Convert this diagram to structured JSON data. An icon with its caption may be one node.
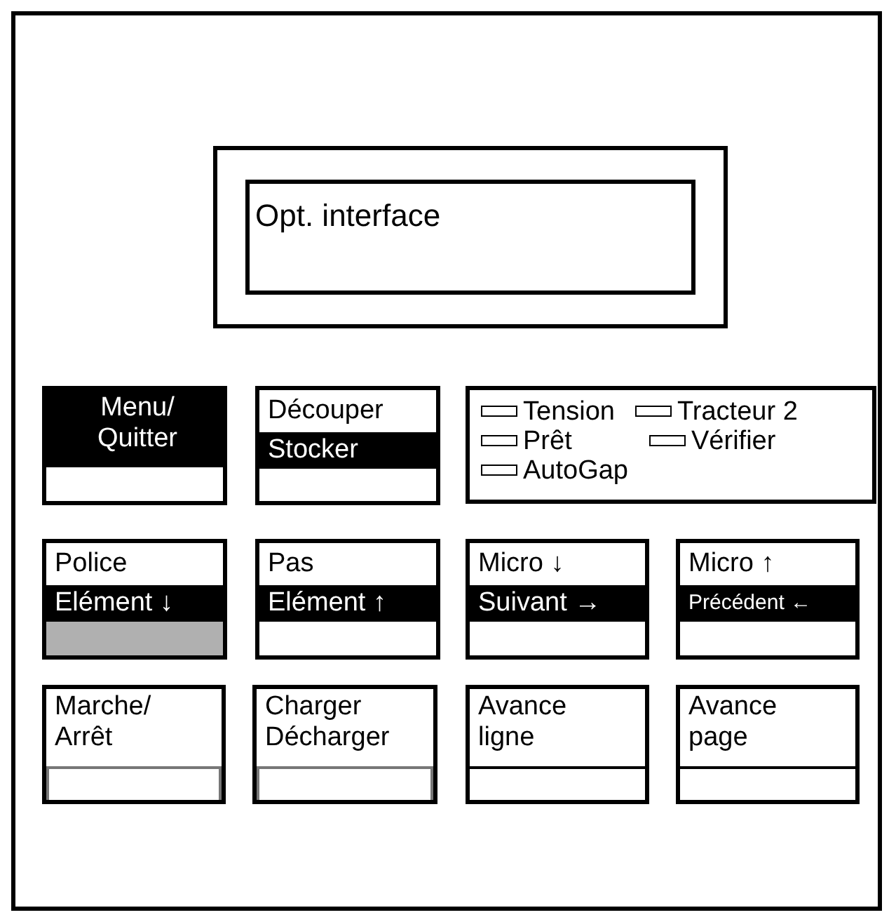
{
  "diagram": {
    "nodes": [
      {
        "text": [],
        "shape": "box"
      },
      {
        "text": [],
        "shape": "box",
        "in": 0
      },
      {
        "text": [
          "Opt. interface"
        ],
        "in": 1
      },
      {
        "text": [
          "Menu/ Quitter"
        ],
        "in": 0
      },
      {
        "text": [
          "Découper",
          "Stocker"
        ],
        "in": 0
      },
      {
        "text": [
          "Tension",
          "Tracteur 2",
          "Prêt",
          "Vérifier",
          "AutoGap"
        ],
        "in": 0
      },
      {
        "text": [
          "Police",
          "Elément ↓"
        ],
        "in": 0
      },
      {
        "text": [
          "Pas",
          "Elément ↑"
        ],
        "in": 0
      },
      {
        "text": [
          "Micro ↓",
          "Suivant →"
        ],
        "in": 0
      },
      {
        "text": [
          "Micro ↑",
          "Précédent ←"
        ],
        "in": 0
      },
      {
        "text": [
          "Marche/ Arrêt"
        ],
        "in": 0
      },
      {
        "text": [
          "Charger Décharger"
        ],
        "in": 0
      },
      {
        "text": [
          "Avance ligne"
        ],
        "in": 0
      },
      {
        "text": [
          "Avance page"
        ],
        "in": 0
      }
    ],
    "edges": []
  }
}
